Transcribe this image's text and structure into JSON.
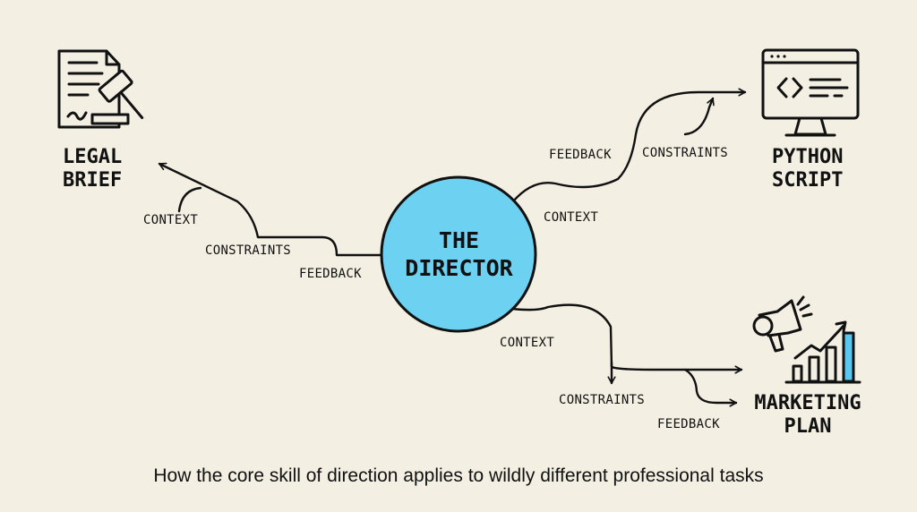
{
  "colors": {
    "background": "#f3efe3",
    "director_fill": "#6dd2f2",
    "accent_blue": "#5ac8ee",
    "ink": "#111111"
  },
  "director": {
    "line1": "THE",
    "line2": "DIRECTOR"
  },
  "nodes": {
    "legal": {
      "line1": "LEGAL",
      "line2": "BRIEF",
      "icon": "legal-document-gavel-icon"
    },
    "python": {
      "line1": "PYTHON",
      "line2": "SCRIPT",
      "icon": "code-monitor-icon"
    },
    "marketing": {
      "line1": "MARKETING",
      "line2": "PLAN",
      "icon": "megaphone-growth-chart-icon"
    }
  },
  "paths": {
    "legal": {
      "context": "CONTEXT",
      "constraints": "CONSTRAINTS",
      "feedback": "FEEDBACK"
    },
    "python": {
      "feedback": "FEEDBACK",
      "constraints": "CONSTRAINTS",
      "context": "CONTEXT"
    },
    "marketing": {
      "context": "CONTEXT",
      "constraints": "CONSTRAINTS",
      "feedback": "FEEDBACK"
    }
  },
  "caption": "How the core skill of direction applies to wildly different professional tasks"
}
